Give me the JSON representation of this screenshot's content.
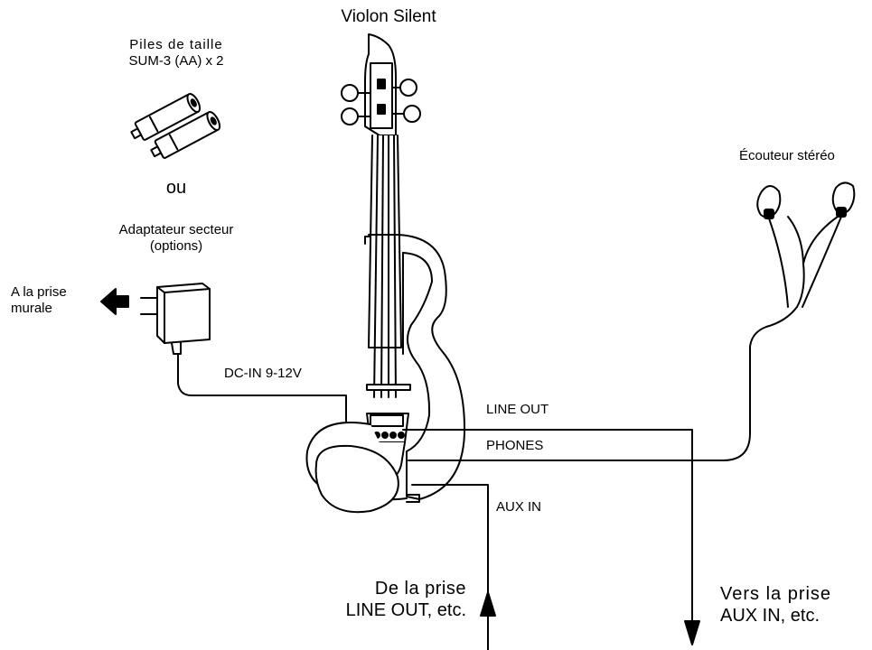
{
  "title": "Violon Silent",
  "batteries": {
    "line1": "Piles de taille",
    "line2": "SUM-3 (AA) x 2"
  },
  "or_text": "ou",
  "adapter": {
    "line1": "Adaptateur secteur",
    "line2": "(options)"
  },
  "wall": {
    "line1": "A la prise",
    "line2": "murale"
  },
  "dc_in": "DC-IN 9-12V",
  "headphones": "Écouteur stéréo",
  "ports": {
    "line_out": "LINE OUT",
    "phones": "PHONES",
    "aux_in": "AUX IN"
  },
  "from_source": {
    "line1": "De la prise",
    "line2": "LINE OUT, etc."
  },
  "to_dest": {
    "line1": "Vers la prise",
    "line2": "AUX IN, etc."
  }
}
